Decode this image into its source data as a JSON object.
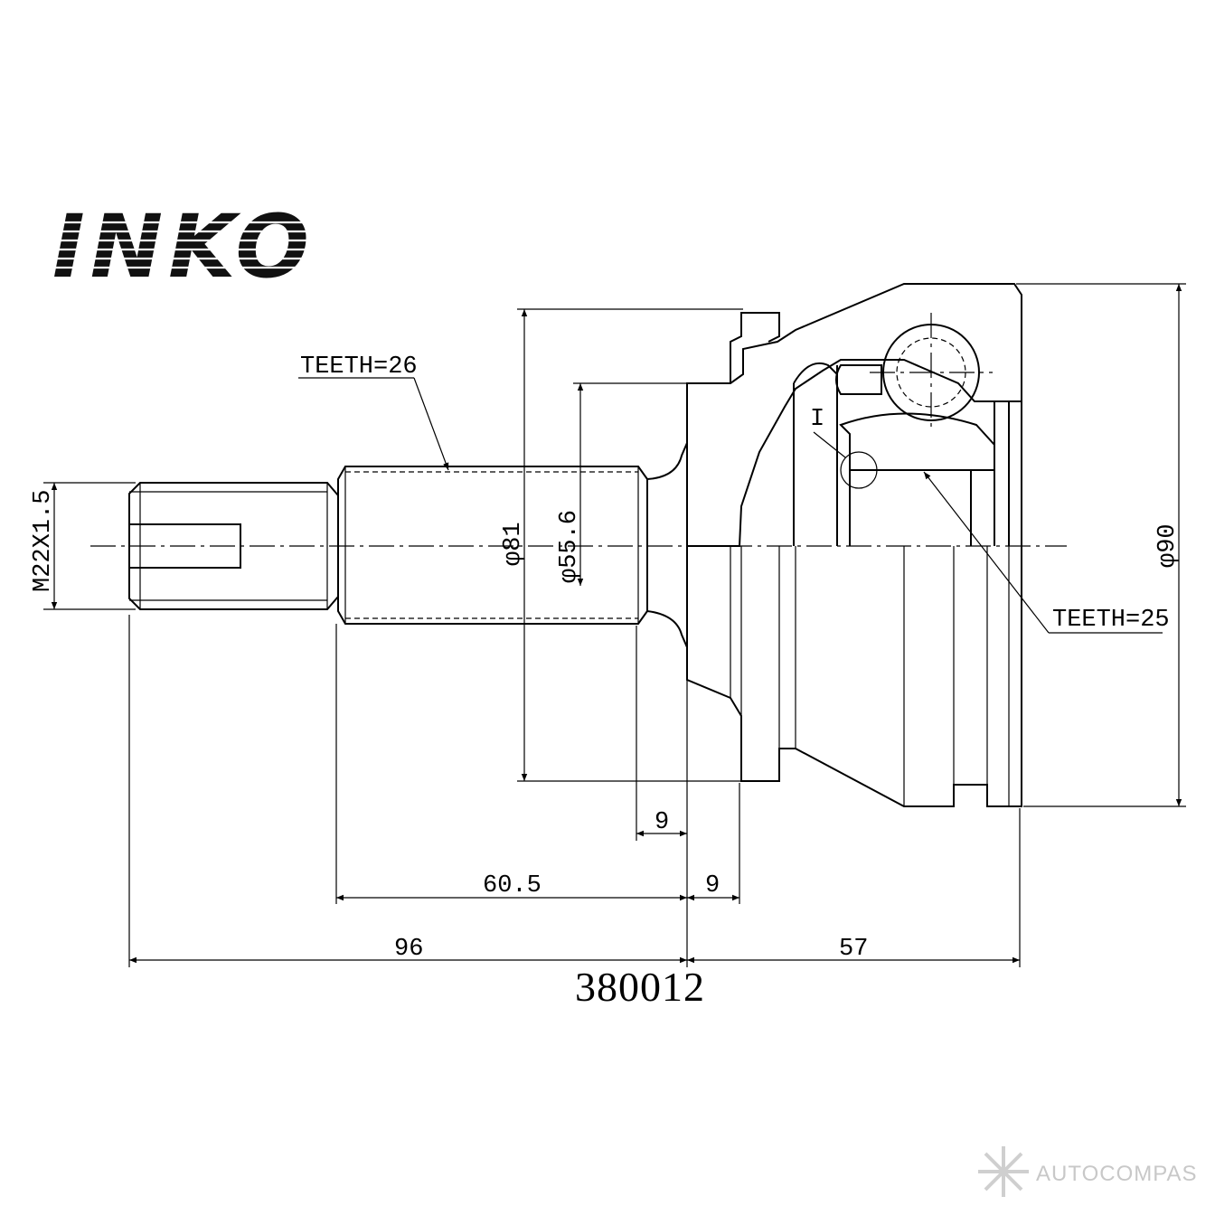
{
  "brand": {
    "logo_text": "INKO"
  },
  "part_number": "380012",
  "callouts": {
    "teeth_outer": "TEETH=26",
    "teeth_inner": "TEETH=25",
    "detail_mark": "I"
  },
  "dimensions": {
    "thread": "M22X1.5",
    "dia_81": "φ81",
    "dia_55_6": "φ55.6",
    "dia_90": "φ90",
    "len_9_top": "9",
    "len_9_bottom": "9",
    "len_60_5": "60.5",
    "len_96": "96",
    "len_57": "57"
  },
  "watermark": {
    "text": "AUTOCOMPAS",
    "icon": "autocompas-star-icon"
  }
}
